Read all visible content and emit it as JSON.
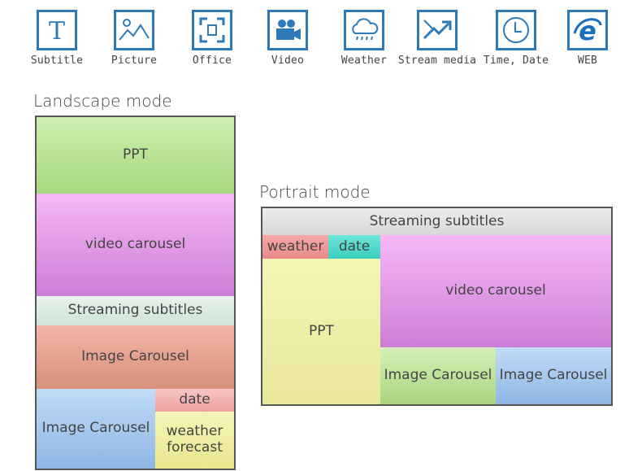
{
  "toolbar": {
    "items": [
      {
        "label": "Subtitle",
        "icon": "text-icon"
      },
      {
        "label": "Picture",
        "icon": "picture-icon"
      },
      {
        "label": "Office",
        "icon": "office-icon"
      },
      {
        "label": "Video",
        "icon": "video-camera-icon"
      },
      {
        "label": "Weather",
        "icon": "weather-cloud-icon"
      },
      {
        "label": "Stream media",
        "icon": "stream-arrows-icon"
      },
      {
        "label": "Time, Date",
        "icon": "clock-icon"
      },
      {
        "label": "WEB",
        "icon": "browser-e-icon"
      }
    ],
    "icon_color": "#2e7ab8"
  },
  "landscape": {
    "title": "Landscape mode",
    "zones": {
      "ppt": "PPT",
      "video_carousel": "video carousel",
      "streaming_subtitles": "Streaming subtitles",
      "image_carousel_main": "Image Carousel",
      "image_carousel_small": "Image Carousel",
      "date": "date",
      "weather_forecast": "weather forecast"
    }
  },
  "portrait": {
    "title": "Portrait mode",
    "zones": {
      "streaming_subtitles": "Streaming subtitles",
      "weather": "weather",
      "date": "date",
      "ppt": "PPT",
      "video_carousel": "video carousel",
      "image_carousel_left": "Image Carousel",
      "image_carousel_right": "Image Carousel"
    }
  }
}
